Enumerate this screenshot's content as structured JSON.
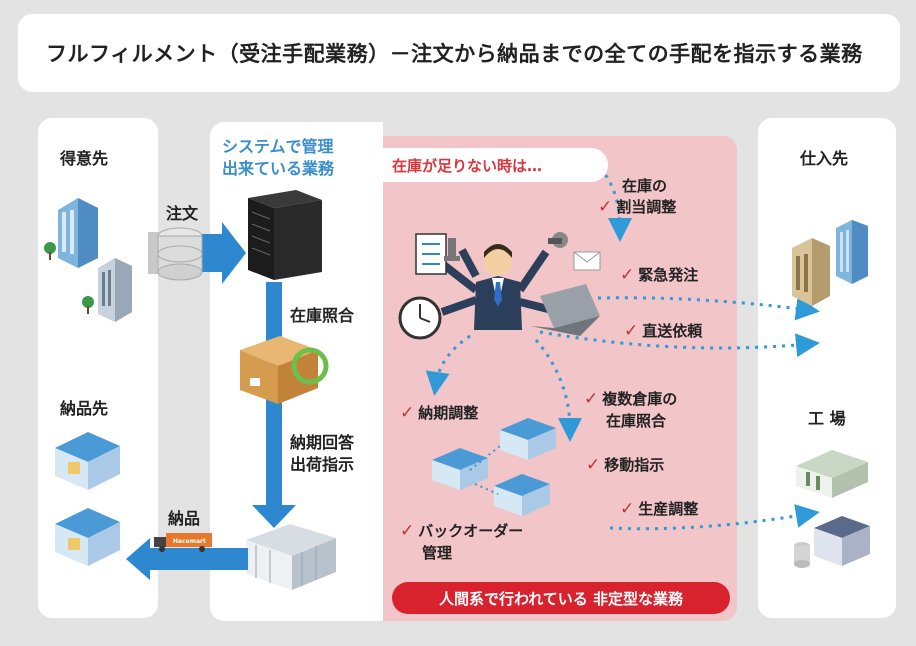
{
  "title": "フルフィルメント（受注手配業務）－注文から納品までの全ての手配を指示する業務",
  "left_panel": {
    "customer_label": "得意先",
    "delivery_label": "納品先"
  },
  "flow": {
    "order_label": "注文",
    "delivery_label": "納品",
    "inventory_check_label": "在庫照合",
    "reply_line1": "納期回答",
    "reply_line2": "出荷指示"
  },
  "system_panel": {
    "title_line1": "システムで管理",
    "title_line2": "出来ている業務"
  },
  "human_panel": {
    "header": "在庫が足りない時は…",
    "footer": "人間系で行われている 非定型な業務",
    "tasks": {
      "allocation_line1": "在庫の",
      "allocation_line2": "割当調整",
      "emergency_order": "緊急発注",
      "direct_shipping": "直送依頼",
      "multi_warehouse_line1": "複数倉庫の",
      "multi_warehouse_line2": "在庫照合",
      "transfer": "移動指示",
      "delivery_adjust": "納期調整",
      "production_adjust": "生産調整",
      "backorder_line1": "バックオーダー",
      "backorder_line2": "管理"
    }
  },
  "right_panel": {
    "supplier_label": "仕入先",
    "factory_label": "工 場"
  },
  "truck_text": "Hacemart",
  "colors": {
    "accent_blue": "#3a8ecf",
    "arrow_blue": "#2e88d0",
    "red": "#d8222e",
    "pink_panel": "#f2c5c8",
    "check_red": "#c0323a"
  }
}
